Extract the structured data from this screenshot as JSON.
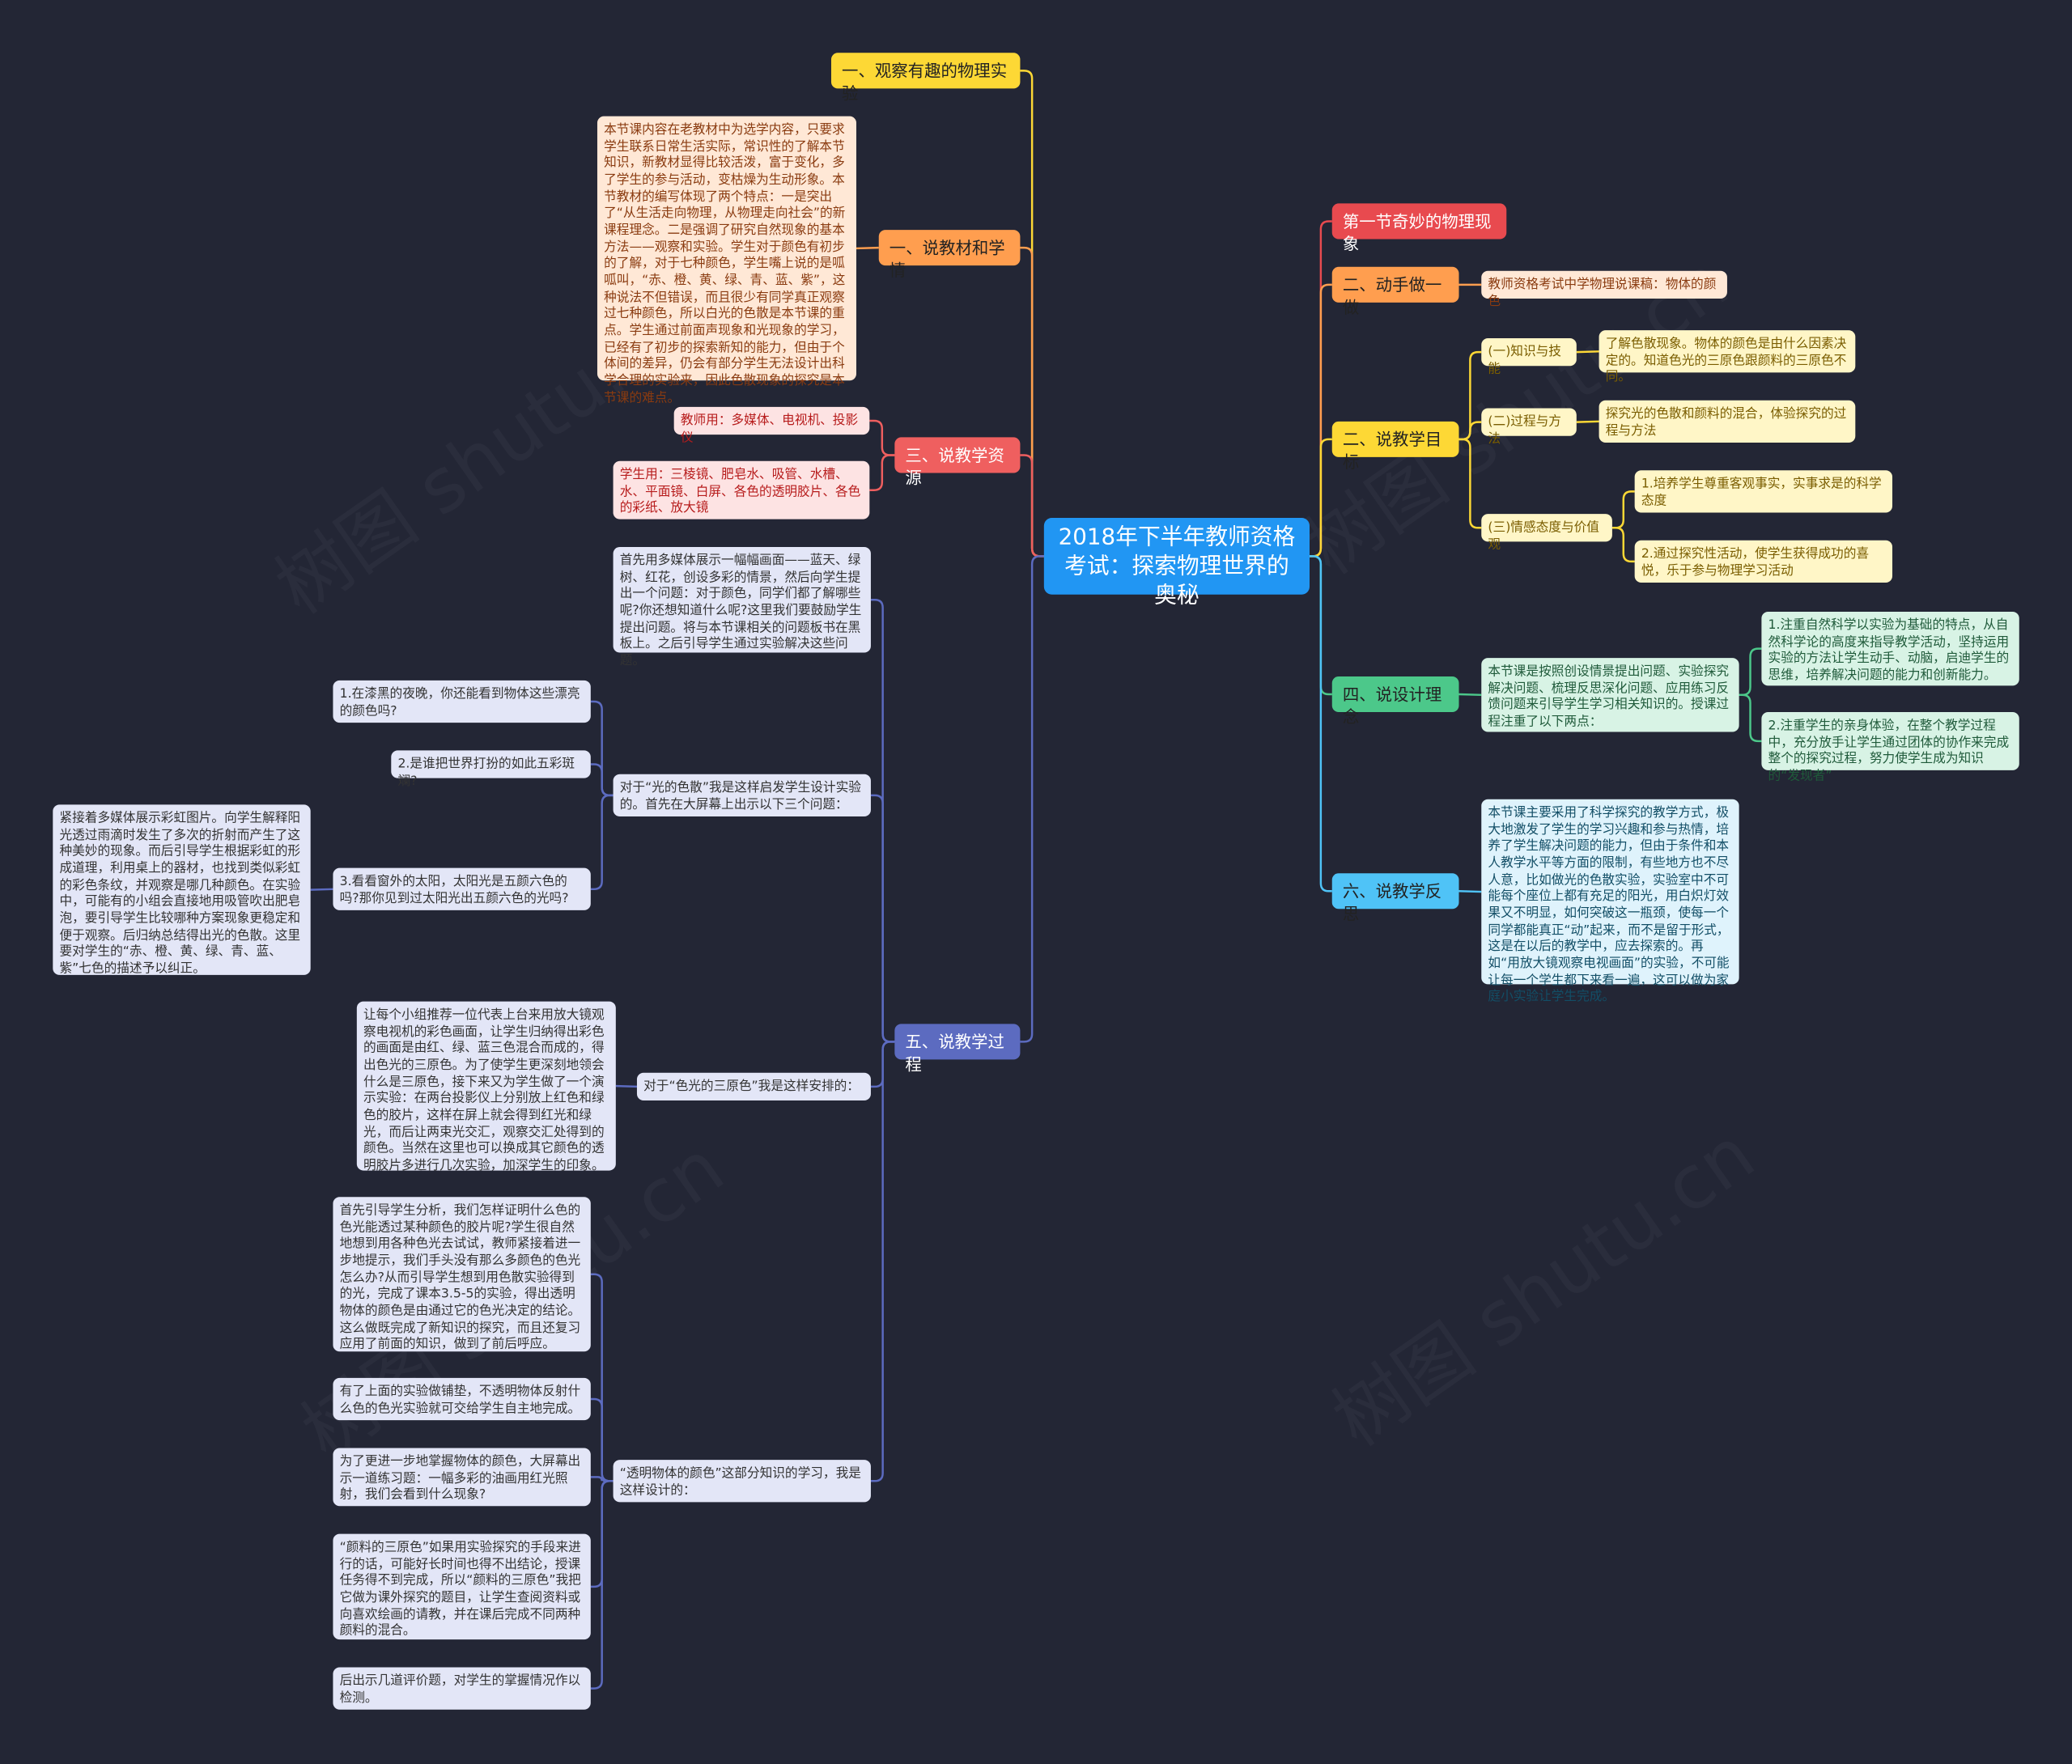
{
  "root": "2018年下半年教师资格考试：探索物理世界的奥秘",
  "watermark": "树图 shutu.cn",
  "colors": {
    "background": "#232635",
    "root": "#2196f3",
    "yellow": "#fdd835",
    "orange": "#ff9e4f",
    "red": "#ef5f5f",
    "indigo": "#5c6bc0",
    "green": "#4cc88a",
    "sky": "#4fc3f7",
    "crimson": "#e84a4f"
  },
  "left": {
    "b1": {
      "label": "一、观察有趣的物理实验"
    },
    "b2": {
      "label": "一、说教材和学情",
      "text": "本节课内容在老教材中为选学内容，只要求学生联系日常生活实际，常识性的了解本节知识，新教材显得比较活泼，富于变化，多了学生的参与活动，变枯燥为生动形象。本节教材的编写体现了两个特点：一是突出了“从生活走向物理，从物理走向社会”的新课程理念。二是强调了研究自然现象的基本方法——观察和实验。学生对于颜色有初步的了解，对于七种颜色，学生嘴上说的是呱呱叫，“赤、橙、黄、绿、青、蓝、紫”，这种说法不但错误，而且很少有同学真正观察过七种颜色，所以白光的色散是本节课的重点。学生通过前面声现象和光现象的学习，已经有了初步的探索新知的能力，但由于个体间的差异，仍会有部分学生无法设计出科学合理的实验来，因此色散现象的探究是本节课的难点。"
    },
    "b3": {
      "label": "三、说教学资源",
      "teacher": "教师用：多媒体、电视机、投影仪",
      "student": "学生用：三棱镜、肥皂水、吸管、水槽、水、平面镜、白屏、各色的透明胶片、各色的彩纸、放大镜"
    },
    "b5": {
      "label": "五、说教学过程",
      "intro": "首先用多媒体展示一幅幅画面——蓝天、绿树、红花，创设多彩的情景，然后向学生提出一个问题：对于颜色，同学们都了解哪些呢?你还想知道什么呢?这里我们要鼓励学生提出问题。将与本节课相关的问题板书在黑板上。之后引导学生通过实验解决这些问题。",
      "dispersion": "对于“光的色散”我是这样启发学生设计实验的。首先在大屏幕上出示以下三个问题：",
      "q1": "1.在漆黑的夜晚，你还能看到物体这些漂亮的颜色吗?",
      "q2": "2.是谁把世界打扮的如此五彩斑斓?",
      "q3": "3.看看窗外的太阳，太阳光是五颜六色的吗?那你见到过太阳光出五颜六色的光吗?",
      "rainbow": "紧接着多媒体展示彩虹图片。向学生解释阳光透过雨滴时发生了多次的折射而产生了这种美妙的现象。而后引导学生根据彩虹的形成道理，利用桌上的器材，也找到类似彩虹的彩色条纹，并观察是哪几种颜色。在实验中，可能有的小组会直接地用吸管吹出肥皂泡，要引导学生比较哪种方案现象更稳定和便于观察。后归纳总结得出光的色散。这里要对学生的“赤、橙、黄、绿、青、蓝、紫”七色的描述予以纠正。",
      "primary": "对于“色光的三原色”我是这样安排的：",
      "primary_detail": "让每个小组推荐一位代表上台来用放大镜观察电视机的彩色画面，让学生归纳得出彩色的画面是由红、绿、蓝三色混合而成的，得出色光的三原色。为了使学生更深刻地领会什么是三原色，接下来又为学生做了一个演示实验：在两台投影仪上分别放上红色和绿色的胶片，这样在屏上就会得到红光和绿光，而后让两束光交汇，观察交汇处得到的颜色。当然在这里也可以换成其它颜色的透明胶片多进行几次实验，加深学生的印象。",
      "transparent": "“透明物体的颜色”这部分知识的学习，我是这样设计的：",
      "t1": "首先引导学生分析，我们怎样证明什么色的色光能透过某种颜色的胶片呢?学生很自然地想到用各种色光去试试，教师紧接着进一步地提示，我们手头没有那么多颜色的色光怎么办?从而引导学生想到用色散实验得到的光，完成了课本3.5-5的实验，得出透明物体的颜色是由通过它的色光决定的结论。这么做既完成了新知识的探究，而且还复习应用了前面的知识，做到了前后呼应。",
      "t2": "有了上面的实验做铺垫，不透明物体反射什么色的色光实验就可交给学生自主地完成。",
      "t3": "为了更进一步地掌握物体的颜色，大屏幕出示一道练习题：一幅多彩的油画用红光照射，我们会看到什么现象?",
      "t4": "“颜料的三原色”如果用实验探究的手段来进行的话，可能好长时间也得不出结论，授课任务得不到完成，所以“颜料的三原色”我把它做为课外探究的题目，让学生查阅资料或向喜欢绘画的请教，并在课后完成不同两种颜料的混合。",
      "t5": "后出示几道评价题，对学生的掌握情况作以检测。"
    }
  },
  "right": {
    "r1": {
      "label": "第一节奇妙的物理现象"
    },
    "r2": {
      "label": "二、动手做一做",
      "leaf": "教师资格考试中学物理说课稿：物体的颜色"
    },
    "r3": {
      "label": "二、说教学目标",
      "k_label": "(一)知识与技能",
      "k_text": "了解色散现象。物体的颜色是由什么因素决定的。知道色光的三原色跟颜料的三原色不同。",
      "p_label": "(二)过程与方法",
      "p_text": "探究光的色散和颜料的混合，体验探究的过程与方法",
      "a_label": "(三)情感态度与价值观",
      "a1": "1.培养学生尊重客观事实，实事求是的科学态度",
      "a2": "2.通过探究性活动，使学生获得成功的喜悦，乐于参与物理学习活动"
    },
    "r4": {
      "label": "四、说设计理念",
      "text": "本节课是按照创设情景提出问题、实验探究解决问题、梳理反思深化问题、应用练习反馈问题来引导学生学习相关知识的。授课过程注重了以下两点：",
      "d1": "1.注重自然科学以实验为基础的特点，从自然科学论的高度来指导教学活动，坚持运用实验的方法让学生动手、动脑，启迪学生的思维，培养解决问题的能力和创新能力。",
      "d2": "2.注重学生的亲身体验，在整个教学过程中，充分放手让学生通过团体的协作来完成整个的探究过程，努力使学生成为知识的“发现者”"
    },
    "r6": {
      "label": "六、说教学反思",
      "text": "本节课主要采用了科学探究的教学方式，极大地激发了学生的学习兴趣和参与热情，培养了学生解决问题的能力，但由于条件和本人教学水平等方面的限制，有些地方也不尽人意，比如做光的色散实验，实验室中不可能每个座位上都有充足的阳光，用白炽灯效果又不明显，如何突破这一瓶颈，使每一个同学都能真正“动”起来，而不是留于形式，这是在以后的教学中，应去探索的。再如“用放大镜观察电视画面”的实验，不可能让每一个学生都下来看一遍，这可以做为家庭小实验让学生完成。"
    }
  }
}
